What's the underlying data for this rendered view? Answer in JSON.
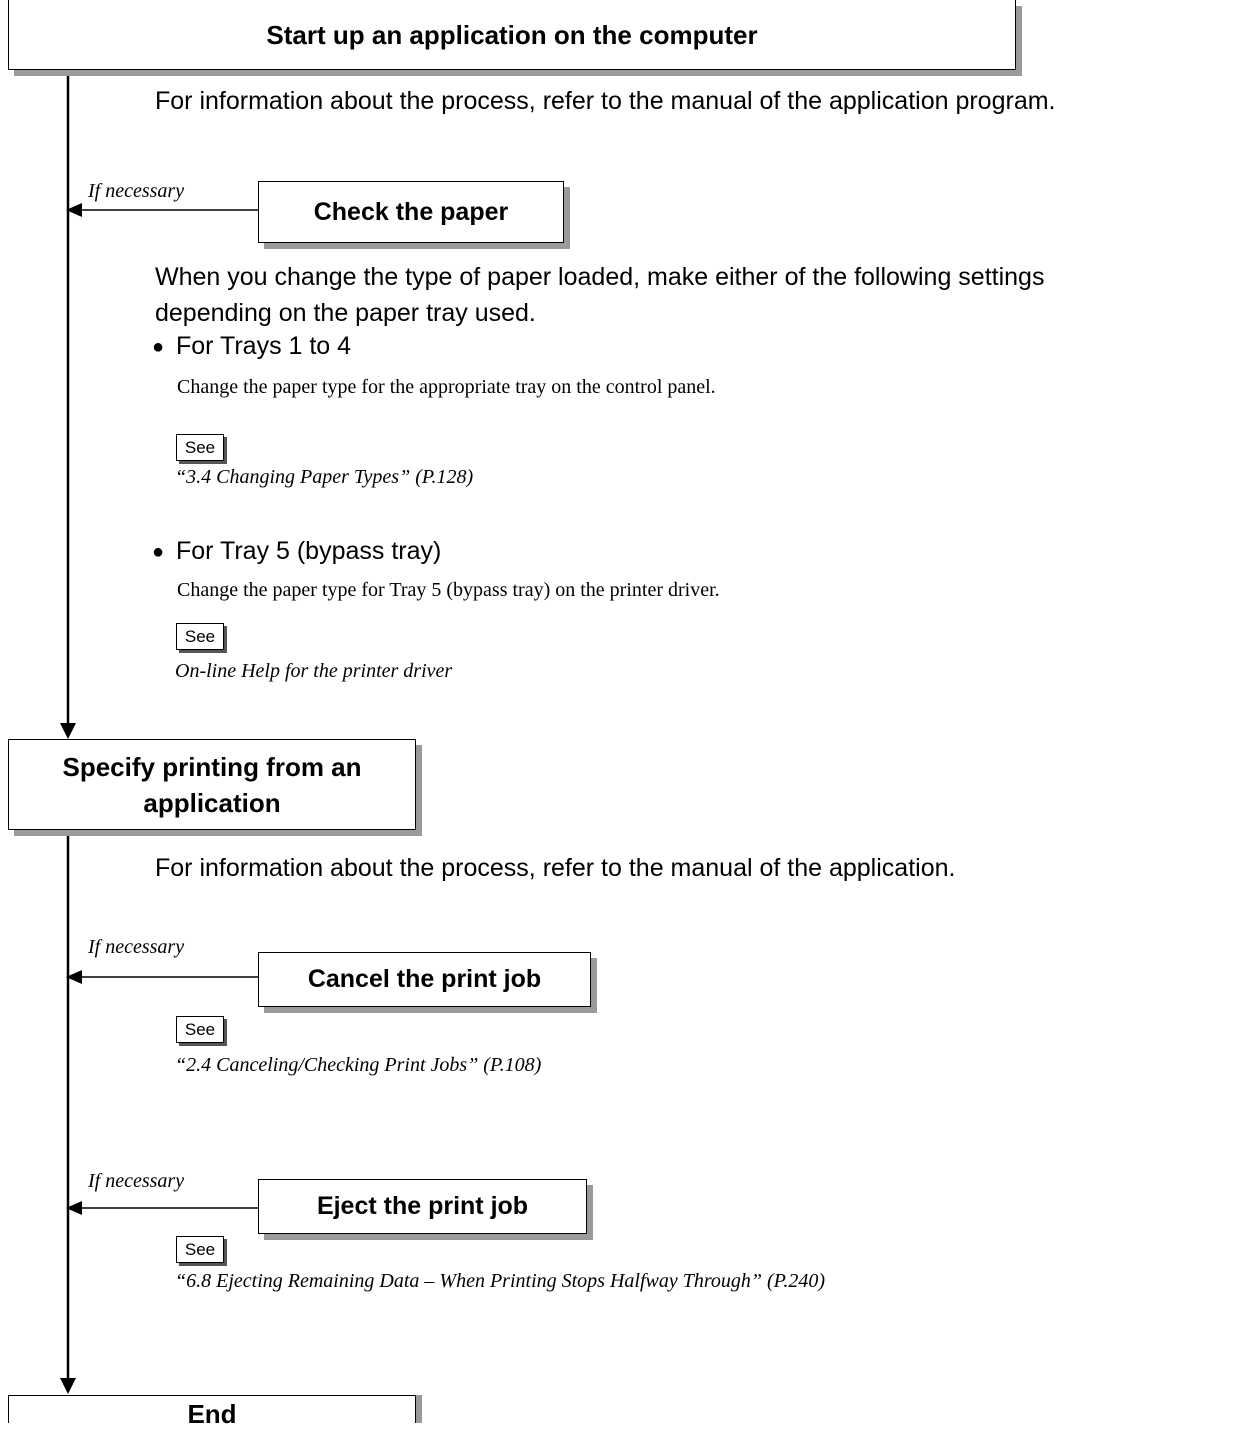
{
  "steps": {
    "start": "Start up an application on the computer",
    "check_paper": "Check the paper",
    "specify": "Specify printing from an application",
    "cancel": "Cancel the print job",
    "eject": "Eject the print job",
    "end": "End"
  },
  "branch_label": "If necessary",
  "start_note": "For information about the process, refer to the manual of the application program.",
  "paper_note_line1": "When you change the type of paper loaded, make either of the following settings",
  "paper_note_line2": "depending on the paper tray used.",
  "tray_items": [
    {
      "heading": "For Trays 1 to 4",
      "desc": "Change the paper type for the appropriate tray on the control panel.",
      "see": "See",
      "ref": "“3.4  Changing Paper Types” (P.128)"
    },
    {
      "heading": "For Tray 5 (bypass tray)",
      "desc": "Change the paper type for Tray 5 (bypass tray) on the printer driver.",
      "see": "See",
      "ref": "On-line Help for the printer driver"
    }
  ],
  "specify_note": "For information about the process, refer to the manual of the application.",
  "cancel_see": "See",
  "cancel_ref": "“2.4  Canceling/Checking Print Jobs” (P.108)",
  "eject_see": "See",
  "eject_ref": "“6.8  Ejecting Remaining Data – When Printing Stops Halfway Through” (P.240)"
}
